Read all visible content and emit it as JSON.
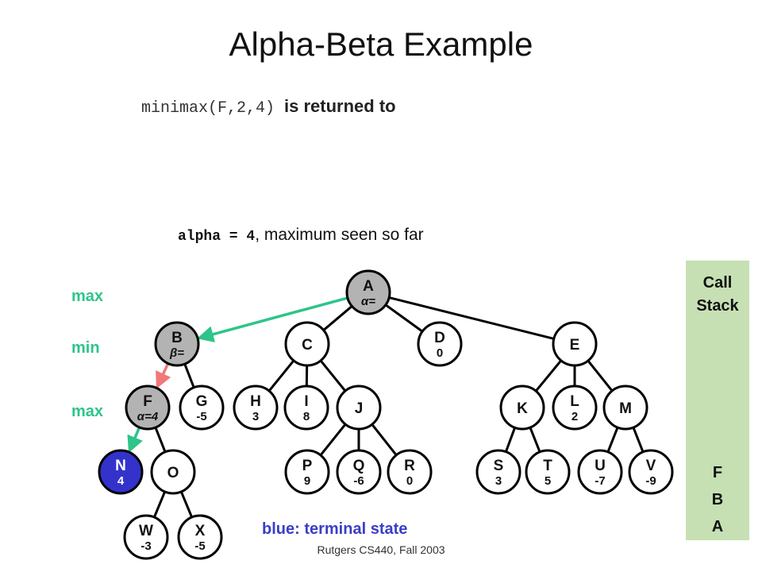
{
  "slide": {
    "title": "Alpha-Beta Example",
    "call_code": "minimax(F,2,4)",
    "call_text": "is returned to",
    "alpha_code": "alpha = 4",
    "alpha_text": ", maximum seen so far",
    "levels": {
      "max1": "max",
      "min": "min",
      "max2": "max"
    },
    "note": "blue: terminal state",
    "footer": "Rutgers CS440, Fall 2003"
  },
  "call_stack": {
    "title_line1": "Call",
    "title_line2": "Stack",
    "frames": [
      "F",
      "B",
      "A"
    ]
  },
  "colors": {
    "gray_node": "#b3b3b3",
    "terminal_node": "#3333cc",
    "green_edge": "#2ec48a",
    "red_edge": "#f07878",
    "stack_bg": "#c6e0b4"
  },
  "tree": {
    "nodes": {
      "A": {
        "label": "A",
        "sub": "α=",
        "style": "gray"
      },
      "B": {
        "label": "B",
        "sub": "β=",
        "style": "gray"
      },
      "C": {
        "label": "C",
        "sub": "",
        "style": "white"
      },
      "D": {
        "label": "D",
        "sub": "0",
        "style": "white"
      },
      "E": {
        "label": "E",
        "sub": "",
        "style": "white"
      },
      "F": {
        "label": "F",
        "sub": "α=4",
        "style": "gray"
      },
      "G": {
        "label": "G",
        "sub": "-5",
        "style": "white"
      },
      "H": {
        "label": "H",
        "sub": "3",
        "style": "white"
      },
      "I": {
        "label": "I",
        "sub": "8",
        "style": "white"
      },
      "J": {
        "label": "J",
        "sub": "",
        "style": "white"
      },
      "K": {
        "label": "K",
        "sub": "",
        "style": "white"
      },
      "L": {
        "label": "L",
        "sub": "2",
        "style": "white"
      },
      "M": {
        "label": "M",
        "sub": "",
        "style": "white"
      },
      "N": {
        "label": "N",
        "sub": "4",
        "style": "terminal"
      },
      "O": {
        "label": "O",
        "sub": "",
        "style": "white"
      },
      "P": {
        "label": "P",
        "sub": "9",
        "style": "white"
      },
      "Q": {
        "label": "Q",
        "sub": "-6",
        "style": "white"
      },
      "R": {
        "label": "R",
        "sub": "0",
        "style": "white"
      },
      "S": {
        "label": "S",
        "sub": "3",
        "style": "white"
      },
      "T": {
        "label": "T",
        "sub": "5",
        "style": "white"
      },
      "U": {
        "label": "U",
        "sub": "-7",
        "style": "white"
      },
      "V": {
        "label": "V",
        "sub": "-9",
        "style": "white"
      },
      "W": {
        "label": "W",
        "sub": "-3",
        "style": "white"
      },
      "X": {
        "label": "X",
        "sub": "-5",
        "style": "white"
      }
    },
    "edges": [
      {
        "from": "A",
        "to": "B",
        "style": "green-arrow"
      },
      {
        "from": "A",
        "to": "C",
        "style": "plain"
      },
      {
        "from": "A",
        "to": "D",
        "style": "plain"
      },
      {
        "from": "A",
        "to": "E",
        "style": "plain"
      },
      {
        "from": "B",
        "to": "F",
        "style": "red-arrow"
      },
      {
        "from": "B",
        "to": "G",
        "style": "plain"
      },
      {
        "from": "C",
        "to": "H",
        "style": "plain"
      },
      {
        "from": "C",
        "to": "I",
        "style": "plain"
      },
      {
        "from": "C",
        "to": "J",
        "style": "plain"
      },
      {
        "from": "E",
        "to": "K",
        "style": "plain"
      },
      {
        "from": "E",
        "to": "L",
        "style": "plain"
      },
      {
        "from": "E",
        "to": "M",
        "style": "plain"
      },
      {
        "from": "F",
        "to": "N",
        "style": "green-arrow"
      },
      {
        "from": "F",
        "to": "O",
        "style": "plain"
      },
      {
        "from": "J",
        "to": "P",
        "style": "plain"
      },
      {
        "from": "J",
        "to": "Q",
        "style": "plain"
      },
      {
        "from": "J",
        "to": "R",
        "style": "plain"
      },
      {
        "from": "K",
        "to": "S",
        "style": "plain"
      },
      {
        "from": "K",
        "to": "T",
        "style": "plain"
      },
      {
        "from": "M",
        "to": "U",
        "style": "plain"
      },
      {
        "from": "M",
        "to": "V",
        "style": "plain"
      },
      {
        "from": "O",
        "to": "W",
        "style": "plain"
      },
      {
        "from": "O",
        "to": "X",
        "style": "plain"
      }
    ]
  }
}
